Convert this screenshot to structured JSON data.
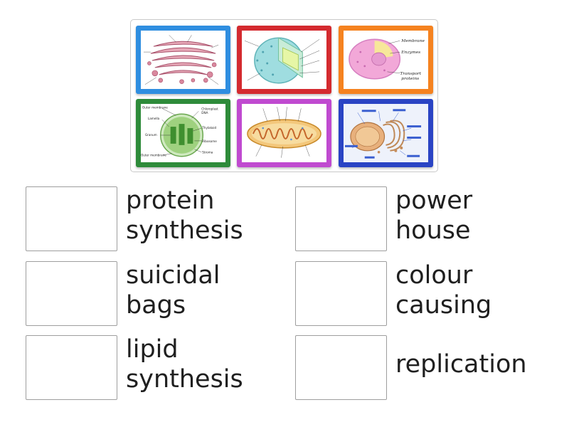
{
  "tiles": [
    {
      "name": "golgi-apparatus-image",
      "border": "#2f8ee0"
    },
    {
      "name": "cell-diagram-image",
      "border": "#d42a2f"
    },
    {
      "name": "membrane-enzymes-image",
      "border": "#f5821f"
    },
    {
      "name": "chloroplast-image",
      "border": "#2e8b3a"
    },
    {
      "name": "mitochondrion-image",
      "border": "#c04ad0"
    },
    {
      "name": "golgi-er-image",
      "border": "#2a44c4"
    }
  ],
  "membrane_labels": {
    "l1": "Membrane",
    "l2": "Enzymes",
    "l3": "Transport",
    "l4": "proteins"
  },
  "chloroplast_labels": {
    "outer_membrane_top": "Outer membrane",
    "lamella": "Lamella",
    "granum": "Granum",
    "outer_membrane_bottom": "Outer membrane",
    "chloroplast": "Chloroplast",
    "dna": "DNA",
    "thylakoid": "Thylakoid",
    "ribosome": "Ribosome",
    "stroma": "Stroma"
  },
  "pairs": [
    {
      "label": "protein\nsynthesis"
    },
    {
      "label": "power\nhouse"
    },
    {
      "label": "suicidal\nbags"
    },
    {
      "label": "colour\ncausing"
    },
    {
      "label": "lipid\nsynthesis"
    },
    {
      "label": "replication"
    }
  ]
}
